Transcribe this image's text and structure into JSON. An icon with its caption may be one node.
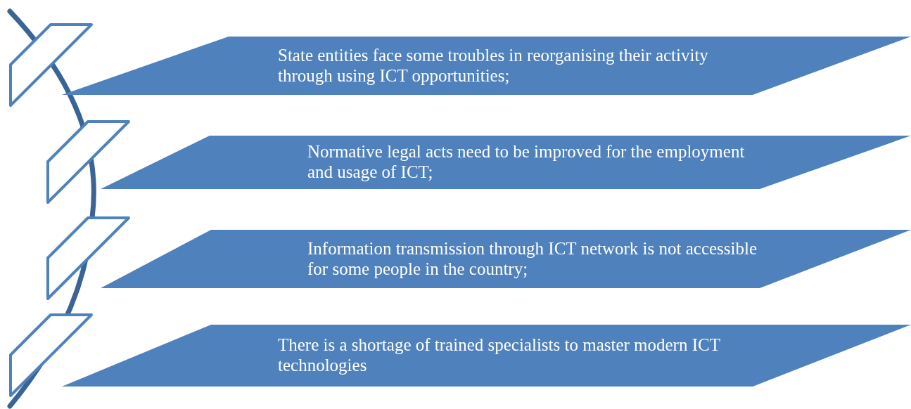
{
  "diagram": {
    "nodes": [
      {
        "text": [
          "State entities face some troubles in reorganising their activity through using ICT opportunities;"
        ]
      },
      {
        "text": [
          "Normative legal acts need to be improved for the employment and usage of ICT;"
        ]
      },
      {
        "text": [
          "Information transmission through ICT network is not accessible for some people in the country;"
        ]
      },
      {
        "text": [
          "There is a shortage of trained specialists to master modern ICT technologies"
        ]
      }
    ]
  }
}
